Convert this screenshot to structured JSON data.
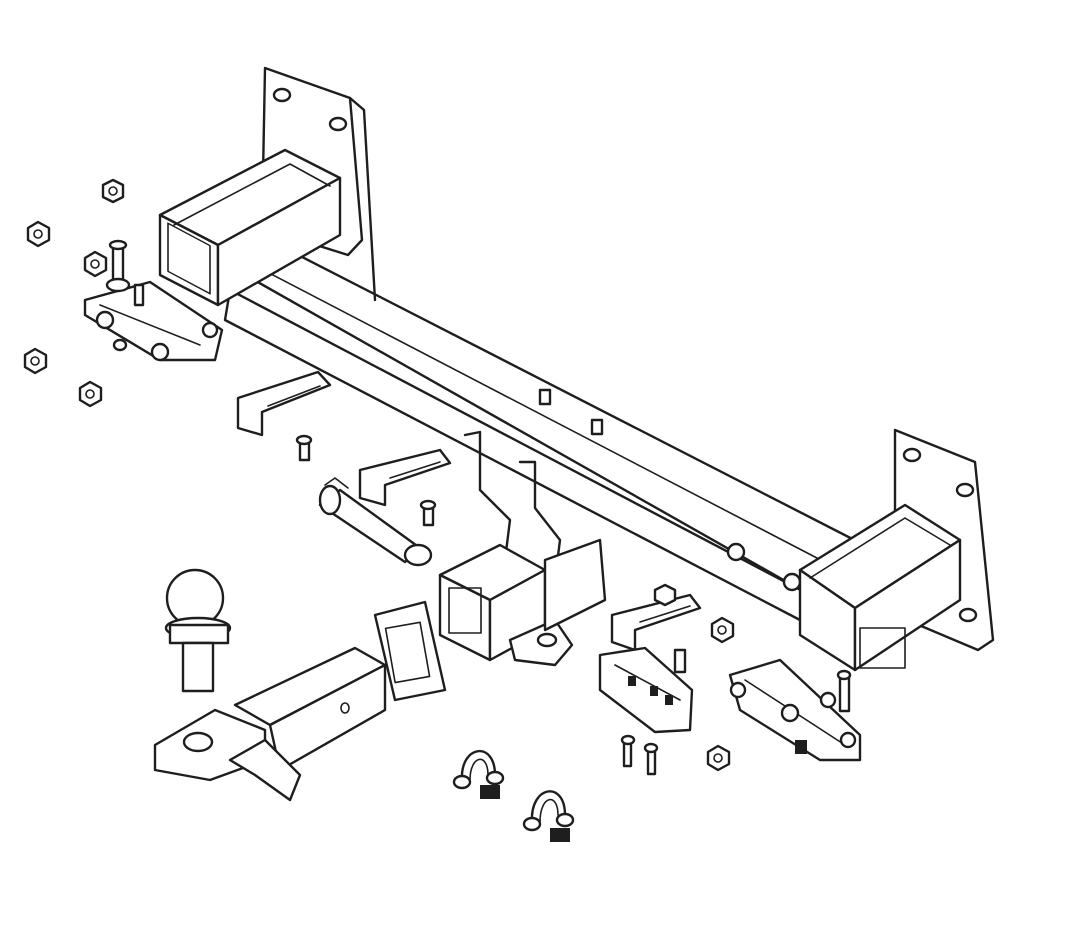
{
  "diagram": {
    "kind": "exploded-assembly",
    "components": [
      "cross-beam",
      "left-mounting-plate",
      "right-mounting-plate",
      "left-bracket",
      "right-bracket",
      "receiver-hitch",
      "drawbar",
      "tow-ball",
      "hitch-pin",
      "spacer-plate",
      "shackle",
      "shackle",
      "wiring-bracket",
      "hex-nut",
      "bolt"
    ],
    "colors": {
      "line": "#1e1e1e",
      "background": "#ffffff"
    }
  }
}
